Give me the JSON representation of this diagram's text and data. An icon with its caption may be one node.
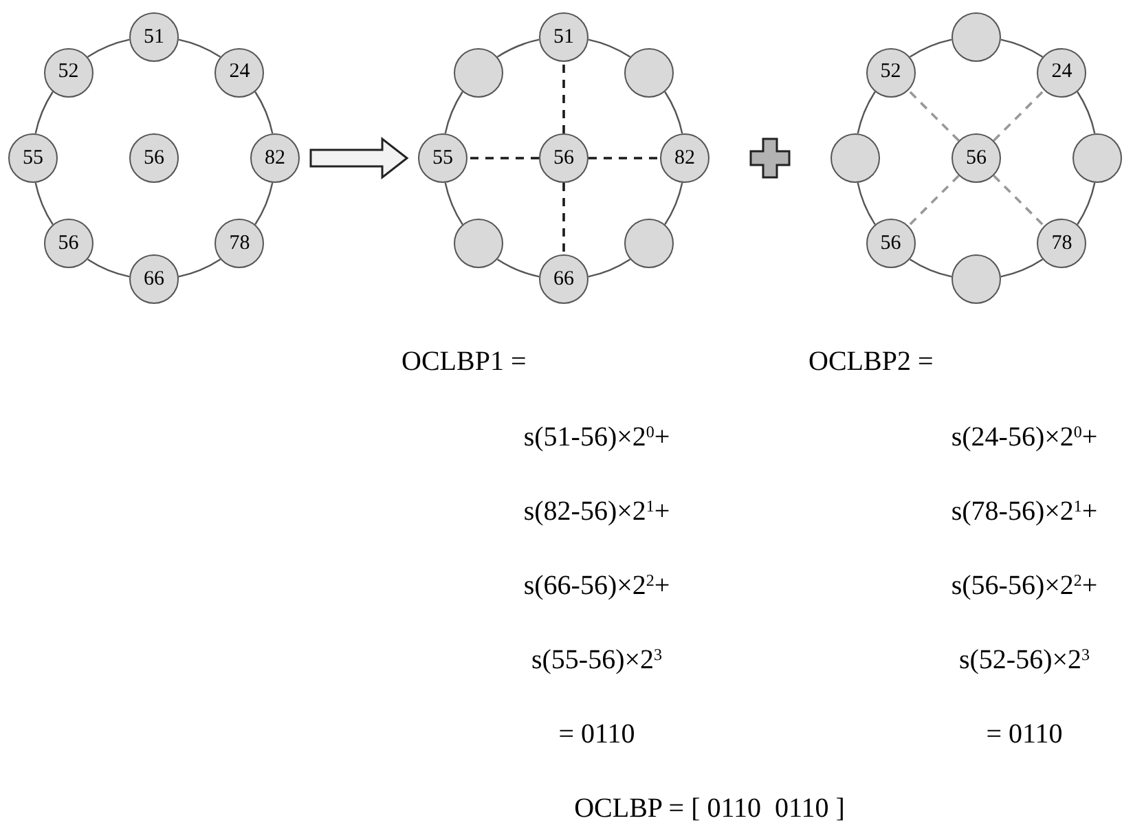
{
  "diagram": {
    "nodes": [
      {
        "text": [
          "51"
        ]
      },
      {
        "text": [
          "24"
        ]
      },
      {
        "text": [
          "82"
        ]
      },
      {
        "text": [
          "78"
        ]
      },
      {
        "text": [
          "66"
        ]
      },
      {
        "text": [
          "56"
        ]
      },
      {
        "text": [
          "55"
        ]
      },
      {
        "text": [
          "52"
        ]
      },
      {
        "text": [
          "56"
        ]
      },
      {
        "text": [
          "51"
        ]
      },
      {
        "text": [],
        "shape": "circle"
      },
      {
        "text": [
          "82"
        ]
      },
      {
        "text": [],
        "shape": "circle"
      },
      {
        "text": [
          "66"
        ]
      },
      {
        "text": [],
        "shape": "circle"
      },
      {
        "text": [
          "55"
        ]
      },
      {
        "text": [],
        "shape": "circle"
      },
      {
        "text": [
          "56"
        ]
      },
      {
        "text": [],
        "shape": "circle"
      },
      {
        "text": [
          "24"
        ]
      },
      {
        "text": [],
        "shape": "circle"
      },
      {
        "text": [
          "78"
        ]
      },
      {
        "text": [],
        "shape": "circle"
      },
      {
        "text": [
          "56"
        ]
      },
      {
        "text": [],
        "shape": "circle"
      },
      {
        "text": [
          "52"
        ]
      },
      {
        "text": [
          "56"
        ]
      }
    ],
    "edges": [
      {
        "from": 0,
        "to": 1,
        "arrow": "none"
      },
      {
        "from": 1,
        "to": 2,
        "arrow": "none"
      },
      {
        "from": 2,
        "to": 3,
        "arrow": "none"
      },
      {
        "from": 3,
        "to": 4,
        "arrow": "none"
      },
      {
        "from": 4,
        "to": 5,
        "arrow": "none"
      },
      {
        "from": 5,
        "to": 6,
        "arrow": "none"
      },
      {
        "from": 6,
        "to": 7,
        "arrow": "none"
      },
      {
        "from": 7,
        "to": 0,
        "arrow": "none"
      },
      {
        "from": 9,
        "to": 10,
        "arrow": "none"
      },
      {
        "from": 10,
        "to": 11,
        "arrow": "none"
      },
      {
        "from": 11,
        "to": 12,
        "arrow": "none"
      },
      {
        "from": 12,
        "to": 13,
        "arrow": "none"
      },
      {
        "from": 13,
        "to": 14,
        "arrow": "none"
      },
      {
        "from": 14,
        "to": 15,
        "arrow": "none"
      },
      {
        "from": 15,
        "to": 16,
        "arrow": "none"
      },
      {
        "from": 16,
        "to": 9,
        "arrow": "none"
      },
      {
        "from": 17,
        "to": 9,
        "arrow": "none",
        "style": "dashed",
        "color": "#1a1a1a"
      },
      {
        "from": 17,
        "to": 11,
        "arrow": "none",
        "style": "dashed",
        "color": "#1a1a1a"
      },
      {
        "from": 17,
        "to": 13,
        "arrow": "none",
        "style": "dashed",
        "color": "#1a1a1a"
      },
      {
        "from": 17,
        "to": 15,
        "arrow": "none",
        "style": "dashed",
        "color": "#1a1a1a"
      },
      {
        "from": 2,
        "to": 15,
        "arrow": "to",
        "style": "thick"
      },
      {
        "from": 18,
        "to": 19,
        "arrow": "none"
      },
      {
        "from": 19,
        "to": 20,
        "arrow": "none"
      },
      {
        "from": 20,
        "to": 21,
        "arrow": "none"
      },
      {
        "from": 21,
        "to": 22,
        "arrow": "none"
      },
      {
        "from": 22,
        "to": 23,
        "arrow": "none"
      },
      {
        "from": 23,
        "to": 24,
        "arrow": "none"
      },
      {
        "from": 24,
        "to": 25,
        "arrow": "none"
      },
      {
        "from": 25,
        "to": 18,
        "arrow": "none"
      },
      {
        "from": 26,
        "to": 19,
        "arrow": "none",
        "style": "dashed",
        "color": "#999999"
      },
      {
        "from": 26,
        "to": 21,
        "arrow": "none",
        "style": "dashed",
        "color": "#999999"
      },
      {
        "from": 26,
        "to": 23,
        "arrow": "none",
        "style": "dashed",
        "color": "#999999"
      },
      {
        "from": 26,
        "to": 25,
        "arrow": "none",
        "style": "dashed",
        "color": "#999999"
      }
    ],
    "labels": [
      "OCLBP1 =",
      "OCLBP2 =",
      "s(51-56)×2$^{0}$+",
      "s(24-56)×2$^{0}$+",
      "s(82-56)×2$^{1}$+",
      "s(78-56)×2$^{1}$+",
      "s(66-56)×2$^{2}$+",
      "s(56-56)×2$^{2}$+",
      "s(55-56)×2$^{3}$",
      "s(52-56)×2$^{3}$",
      "= 0110",
      "= 0110",
      "OCLBP = [ 0110  0110 ]"
    ]
  }
}
